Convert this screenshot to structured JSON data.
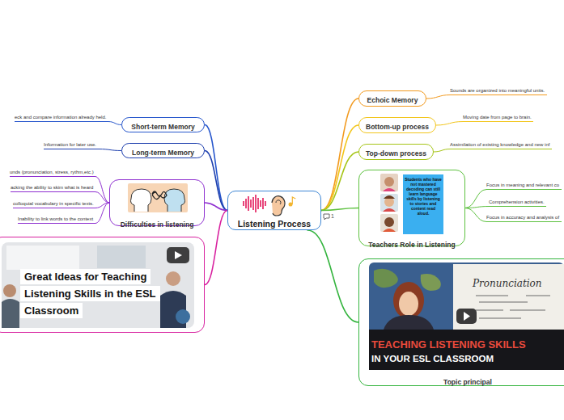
{
  "diagram": {
    "nodes": [
      {
        "text": [
          "Listening Process"
        ]
      },
      {
        "text": [
          "Short-term Memory"
        ]
      },
      {
        "text": [
          "eck and compare information already held."
        ]
      },
      {
        "text": [
          "Long-term Memory"
        ]
      },
      {
        "text": [
          "Information for later use."
        ]
      },
      {
        "text": [
          "Difficulties in listening"
        ]
      },
      {
        "text": [
          "unds (pronunciation, stress, rythm,etc.)"
        ]
      },
      {
        "text": [
          "acking the ability to skim what is heard"
        ]
      },
      {
        "text": [
          "colloquial vocabulary in specific texts."
        ]
      },
      {
        "text": [
          "Inability to link words to the context"
        ]
      },
      {
        "text": [
          "Great Ideas for Teaching Listening Skills in the ESL Classroom"
        ]
      },
      {
        "text": [
          "Echoic Memory"
        ]
      },
      {
        "text": [
          "Sounds are organized into meaningful units."
        ]
      },
      {
        "text": [
          "Bottom-up process"
        ]
      },
      {
        "text": [
          "Moving date from page to brain."
        ]
      },
      {
        "text": [
          "Top-down process"
        ]
      },
      {
        "text": [
          "Assimilation of existing knowledge and new inf"
        ]
      },
      {
        "text": [
          "Students who have not mastered decoding can still learn language skills by listening to stories and content read aloud.",
          "Teachers Role in Listening"
        ]
      },
      {
        "text": [
          "Focus in meaning and relevant co"
        ]
      },
      {
        "text": [
          "Comprehension activities."
        ]
      },
      {
        "text": [
          "Focus in accuracy and analysis of"
        ]
      },
      {
        "text": [
          "Pronunciation",
          "TEACHING LISTENING SKILLS",
          "IN YOUR ESL CLASSROOM",
          "Topic principal"
        ]
      }
    ],
    "edges": [
      {
        "from": 0,
        "to": 1,
        "arrow": "none"
      },
      {
        "from": 1,
        "to": 2,
        "arrow": "none"
      },
      {
        "from": 0,
        "to": 3,
        "arrow": "none"
      },
      {
        "from": 3,
        "to": 4,
        "arrow": "none"
      },
      {
        "from": 0,
        "to": 5,
        "arrow": "none"
      },
      {
        "from": 5,
        "to": 6,
        "arrow": "none"
      },
      {
        "from": 5,
        "to": 7,
        "arrow": "none"
      },
      {
        "from": 5,
        "to": 8,
        "arrow": "none"
      },
      {
        "from": 5,
        "to": 9,
        "arrow": "none"
      },
      {
        "from": 0,
        "to": 10,
        "arrow": "none"
      },
      {
        "from": 0,
        "to": 11,
        "arrow": "none"
      },
      {
        "from": 11,
        "to": 12,
        "arrow": "none"
      },
      {
        "from": 0,
        "to": 13,
        "arrow": "none"
      },
      {
        "from": 13,
        "to": 14,
        "arrow": "none"
      },
      {
        "from": 0,
        "to": 15,
        "arrow": "none"
      },
      {
        "from": 15,
        "to": 16,
        "arrow": "none"
      },
      {
        "from": 0,
        "to": 17,
        "arrow": "none"
      },
      {
        "from": 17,
        "to": 18,
        "arrow": "none"
      },
      {
        "from": 17,
        "to": 19,
        "arrow": "none"
      },
      {
        "from": 17,
        "to": 20,
        "arrow": "none"
      },
      {
        "from": 0,
        "to": 21,
        "arrow": "none"
      }
    ],
    "labels": [
      "1"
    ]
  }
}
